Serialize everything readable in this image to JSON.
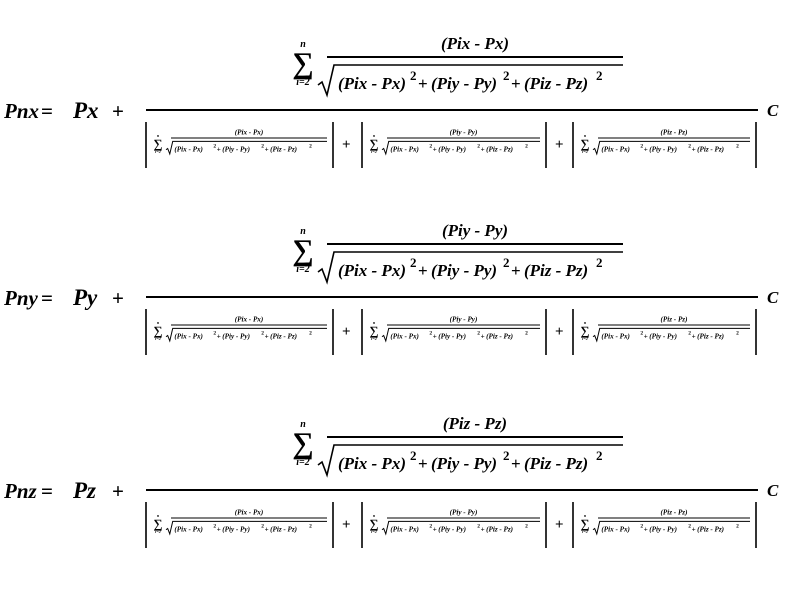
{
  "sum": {
    "symbol": "∑",
    "upper": "n",
    "lower": "i=2"
  },
  "sqrt_symbol": "√",
  "fraction_constant": "C",
  "plus": "+",
  "equals": "=",
  "sq": "2",
  "denominator_terms": [
    "(Pix - Px)",
    "(Piy - Py)",
    "(Piz - Pz)"
  ],
  "radicand_terms": [
    "(Pix - Px)",
    "(Piy - Py)",
    "(Piz - Pz)"
  ],
  "equations": [
    {
      "lhs": "Pnx",
      "base": "Px",
      "numerator": "(Pix - Px)"
    },
    {
      "lhs": "Pny",
      "base": "Py",
      "numerator": "(Piy - Py)"
    },
    {
      "lhs": "Pnz",
      "base": "Pz",
      "numerator": "(Piz - Pz)"
    }
  ]
}
